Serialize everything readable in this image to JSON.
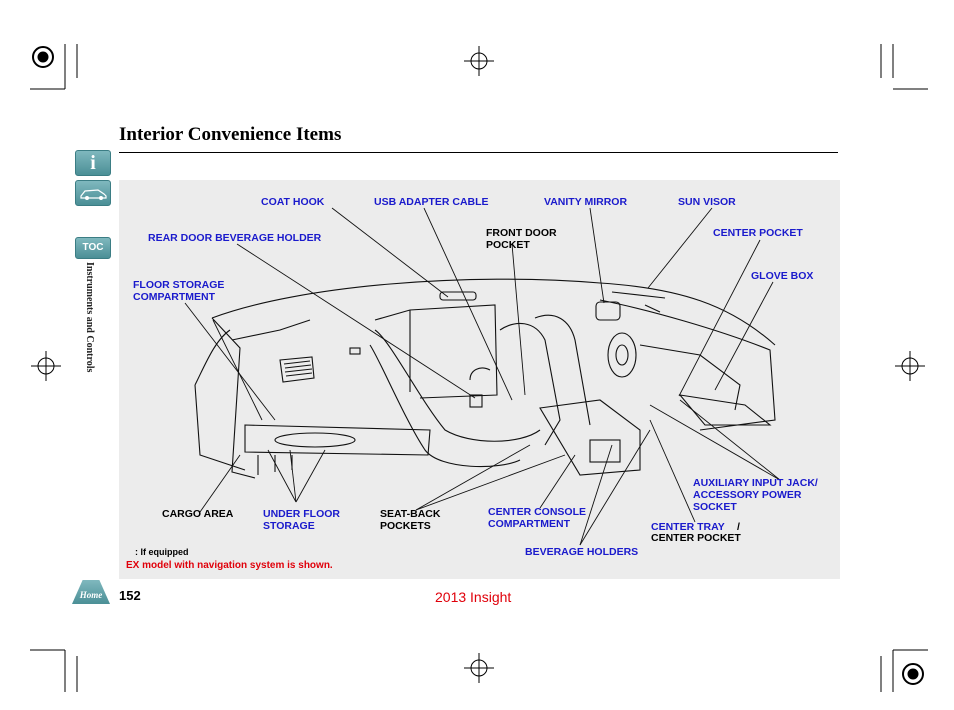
{
  "page": {
    "title": "Interior Convenience Items",
    "section_tab": "Instruments and Controls",
    "page_number": "152",
    "model_year": "2013 Insight",
    "home_label": "Home",
    "toc_label": "TOC",
    "info_label": "i"
  },
  "notes": {
    "equipped": ":  If equipped",
    "model_shown": "EX model with navigation system is shown."
  },
  "labels": {
    "coat_hook": "COAT HOOK",
    "usb_adapter": "USB ADAPTER CABLE",
    "vanity_mirror": "VANITY MIRROR",
    "sun_visor": "SUN VISOR",
    "rear_door_bev": "REAR DOOR BEVERAGE HOLDER",
    "front_door_pocket": "FRONT DOOR\nPOCKET",
    "center_pocket": "CENTER POCKET",
    "floor_storage": "FLOOR STORAGE\nCOMPARTMENT",
    "glove_box": "GLOVE BOX",
    "aux_jack": "AUXILIARY INPUT JACK/\nACCESSORY POWER\nSOCKET",
    "cargo_area": "CARGO AREA",
    "under_floor": "UNDER FLOOR\nSTORAGE",
    "seat_back": "SEAT-BACK\nPOCKETS",
    "center_console": "CENTER CONSOLE\nCOMPARTMENT",
    "center_tray": "CENTER TRAY",
    "center_tray_slash": "/",
    "center_pocket2": "CENTER POCKET",
    "bev_holders": "BEVERAGE HOLDERS"
  }
}
